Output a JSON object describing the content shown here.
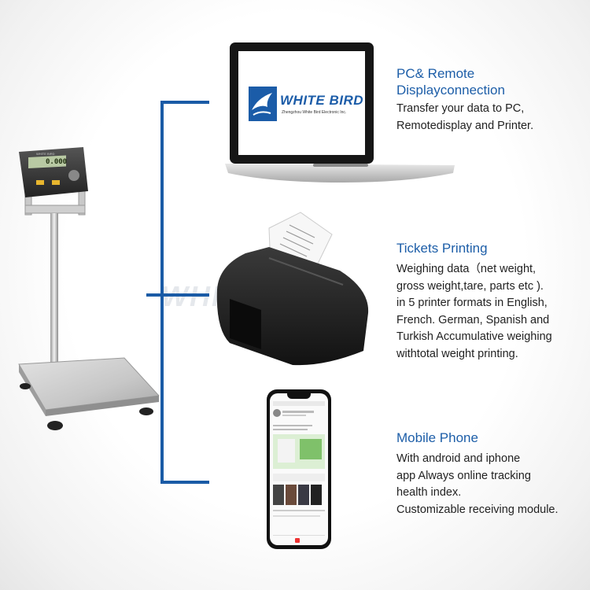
{
  "sections": [
    {
      "heading_line1": "PC& Remote",
      "heading_line2": "Displayconnection",
      "desc_lines": [
        "Transfer your data to PC,",
        "Remotedisplay and Printer."
      ]
    },
    {
      "heading_line1": "Tickets Printing",
      "desc_lines": [
        "Weighing data（net weight,",
        "gross weight,tare, parts etc ).",
        "in 5 printer formats in English,",
        "French. German, Spanish and",
        "Turkish Accumulative weighing",
        "withtotal weight printing."
      ]
    },
    {
      "heading_line1": "Mobile Phone",
      "desc_lines": [
        "With android and iphone",
        "app Always online tracking",
        "health index.",
        "Customizable receiving module."
      ]
    }
  ],
  "laptop_screen": {
    "brand": "WHITE BIRD",
    "company": "Zhengzhou White Bird Electronic Inc."
  },
  "scale_display": {
    "reading": "0.000",
    "brand": "WHITE BIRD"
  },
  "watermark": "WHITE BIRD",
  "colors": {
    "accent": "#1a5ba6",
    "heading": "#1d5ea8"
  }
}
